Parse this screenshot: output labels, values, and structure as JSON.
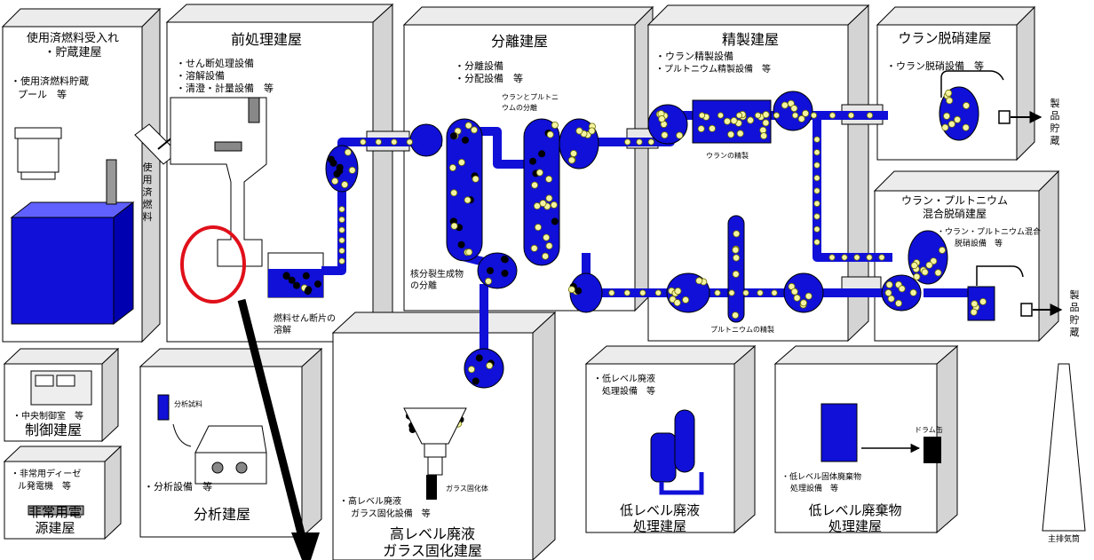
{
  "buildings": {
    "receiving": {
      "title_line1": "使用済燃料受入れ",
      "title_line2": "・貯蔵建屋",
      "item_line1": "・使用済燃料貯蔵",
      "item_line2": "プール　等"
    },
    "pretreatment": {
      "title": "前処理建屋",
      "item1": "・せん断処理設備",
      "item2": "・溶解設備",
      "item3": "・清澄・計量設備　等",
      "note_line1": "燃料せん断片の",
      "note_line2": "溶解"
    },
    "separation": {
      "title": "分離建屋",
      "item1": "・分離設備",
      "item2": "・分配設備　等",
      "note_uranium_line1": "ウランとプルトニ",
      "note_uranium_line2": "ウムの分離",
      "note_fission_line1": "核分裂生成物",
      "note_fission_line2": "の分離"
    },
    "purification": {
      "title": "精製建屋",
      "item1": "・ウラン精製設備",
      "item2": "・プルトニウム精製設備　等",
      "note_uranium": "ウランの精製",
      "note_plutonium": "プルトニウムの精製"
    },
    "denitration": {
      "title": "ウラン脱硝建屋",
      "item1": "・ウラン脱硝設備　等",
      "product_chars": [
        "製",
        "品",
        "貯",
        "蔵"
      ]
    },
    "mox": {
      "title_line1": "ウラン・プルトニウム",
      "title_line2": "混合脱硝建屋",
      "item_line1": "・ウラン・プルトニウム混合",
      "item_line2": "脱硝設備　等",
      "product_chars": [
        "製",
        "品",
        "貯",
        "蔵"
      ]
    },
    "control": {
      "item": "・中央制御室　等",
      "title": "制御建屋"
    },
    "emergency": {
      "item_line1": "・非常用ディーゼ",
      "item_line2": "ル発電機　等",
      "title_line1": "非常用電",
      "title_line2": "源建屋"
    },
    "analysis": {
      "sample_label": "分析試料",
      "item": "・分析設備　等",
      "title": "分析建屋"
    },
    "vitrification": {
      "canister_label": "ガラス固化体",
      "item_line1": "・高レベル廃液",
      "item_line2": "ガラス固化設備　等",
      "title_line1": "高レベル廃液",
      "title_line2": "ガラス固化建屋"
    },
    "low_liquid": {
      "item_line1": "・低レベル廃液",
      "item_line2": "処理設備　等",
      "title_line1": "低レベル廃液",
      "title_line2": "処理建屋"
    },
    "low_solid": {
      "drum_label": "ドラム缶",
      "item_line1": "・低レベル固体廃棄物",
      "item_line2": "処理設備　等",
      "title_line1": "低レベル廃棄物",
      "title_line2": "処理建屋"
    },
    "stack": {
      "label": "主排気筒"
    }
  },
  "spent_fuel_chars": [
    "使",
    "用",
    "済",
    "燃",
    "料"
  ],
  "colors": {
    "fluid": "#1010d8",
    "pellet": "#f4f4a0",
    "highlight": "#e0101a",
    "box_side": "#d4d4d4",
    "box_top": "#ececec"
  }
}
